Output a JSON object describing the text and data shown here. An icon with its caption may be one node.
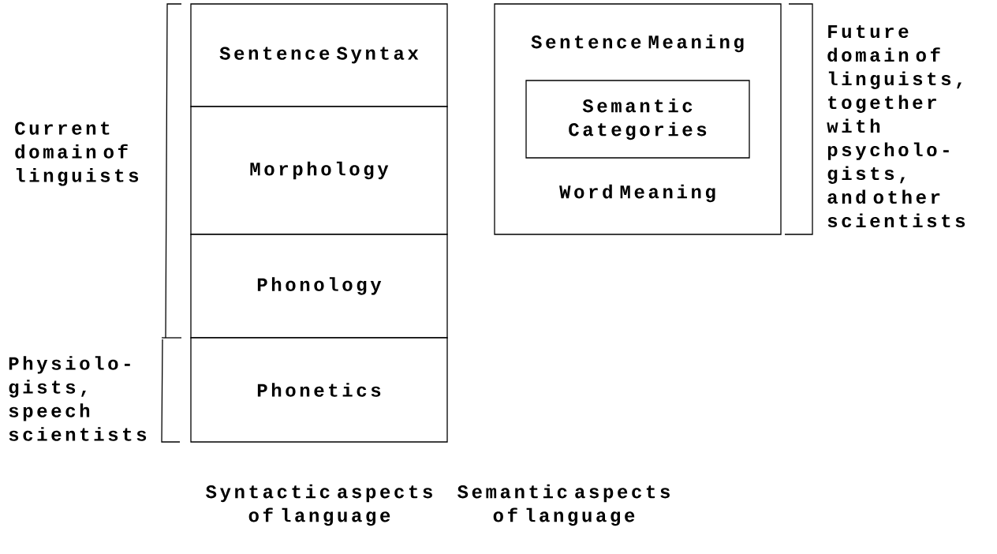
{
  "diagram": {
    "nodes": [
      {
        "text": [
          "Sentence Syntax"
        ]
      },
      {
        "text": [
          "Morphology"
        ]
      },
      {
        "text": [
          "Phonology"
        ]
      },
      {
        "text": [
          "Phonetics"
        ]
      },
      {
        "text": [
          "Sentence Meaning",
          "Word Meaning"
        ]
      },
      {
        "text": [
          "Semantic Categories"
        ],
        "in": 4
      }
    ],
    "labels": [
      "Current domain of linguists",
      "Future domain of linguists, together with psycholo- gists, and other scientists",
      "Physiolo- gists, speech scientists",
      "Syntactic aspects of language",
      "Semantic aspects of language"
    ]
  }
}
